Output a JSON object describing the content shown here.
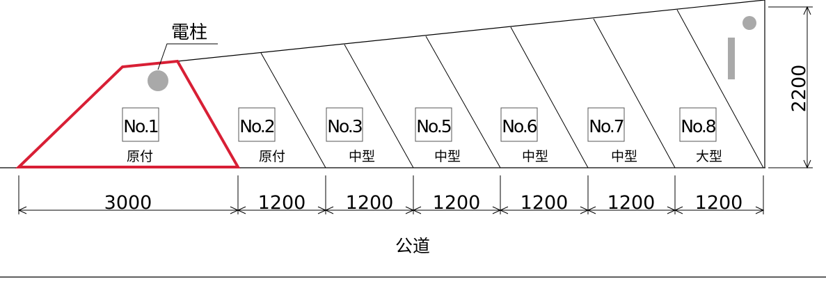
{
  "pole_label": "電柱",
  "spaces": [
    {
      "no": "No.1",
      "kind": "原付"
    },
    {
      "no": "No.2",
      "kind": "原付"
    },
    {
      "no": "No.3",
      "kind": "中型"
    },
    {
      "no": "No.5",
      "kind": "中型"
    },
    {
      "no": "No.6",
      "kind": "中型"
    },
    {
      "no": "No.7",
      "kind": "中型"
    },
    {
      "no": "No.8",
      "kind": "大型"
    }
  ],
  "widths": [
    "3000",
    "1200",
    "1200",
    "1200",
    "1200",
    "1200",
    "1200"
  ],
  "height_dim": "2200",
  "road_label": "公道",
  "colors": {
    "highlight": "#d81f35",
    "pole": "#a9a9a9"
  }
}
